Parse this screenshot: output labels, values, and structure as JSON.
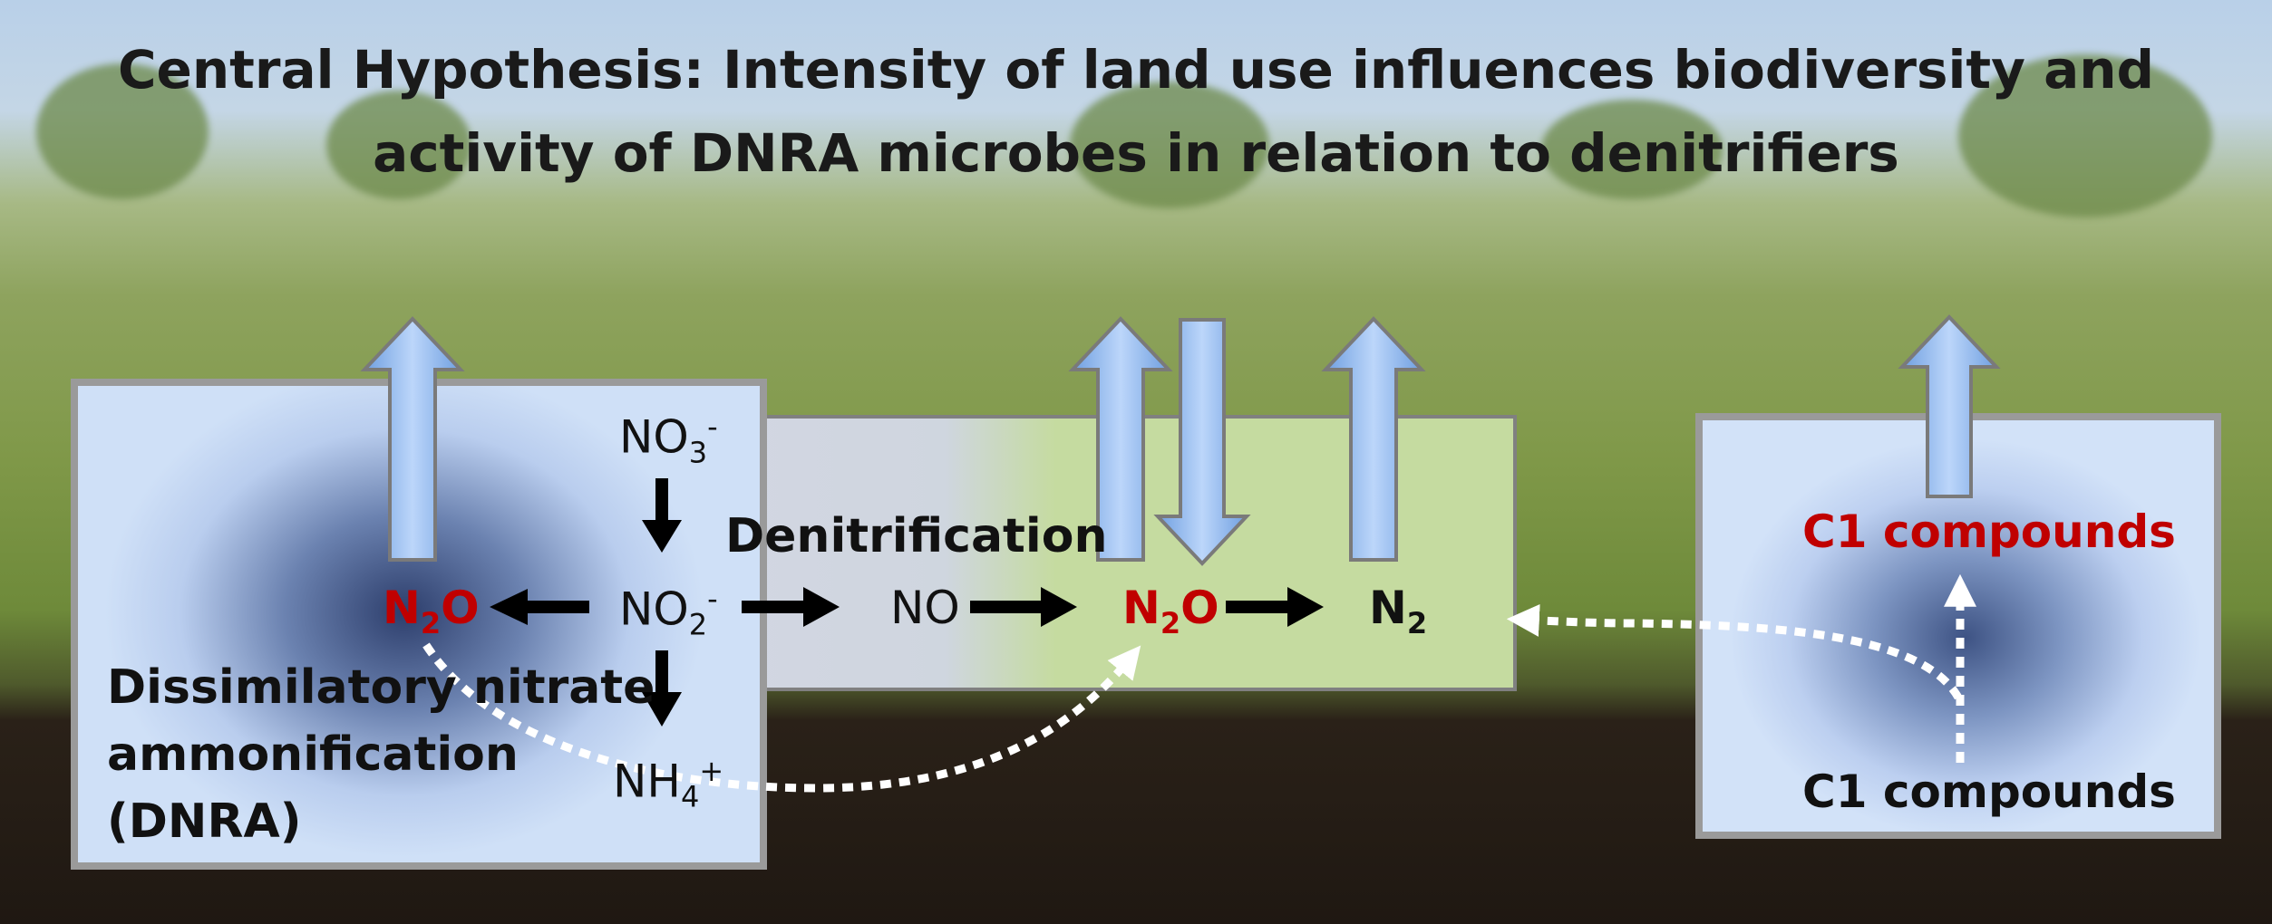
{
  "title": {
    "line1": "Central Hypothesis: Intensity of land use influences biodiversity and",
    "line2": "activity of DNRA microbes in relation to denitrifiers"
  },
  "dnra_box": {
    "label_line1": "Dissimilatory nitrate",
    "label_line2": "ammonification",
    "label_line3": "(DNRA)"
  },
  "denitrification_box": {
    "label": "Denitrification"
  },
  "c1_box": {
    "top_label": "C1 compounds",
    "bottom_label": "C1 compounds"
  },
  "species": {
    "no3": {
      "base": "NO",
      "sub": "3",
      "sup": "-"
    },
    "no2": {
      "base": "NO",
      "sub": "2",
      "sup": "-"
    },
    "nh4": {
      "base": "NH",
      "sub": "4",
      "sup": "+"
    },
    "n2o_left": {
      "a": "N",
      "sub": "2",
      "b": "O"
    },
    "no": "NO",
    "n2o_right": {
      "a": "N",
      "sub": "2",
      "b": "O"
    },
    "n2": {
      "a": "N",
      "sub": "2"
    }
  },
  "colors": {
    "emphasis_red": "#c00000",
    "dnra_panel": "#cfe0f7",
    "denitrification_panel": "#c5dba0",
    "flux_arrow": "#8fbaf0"
  }
}
